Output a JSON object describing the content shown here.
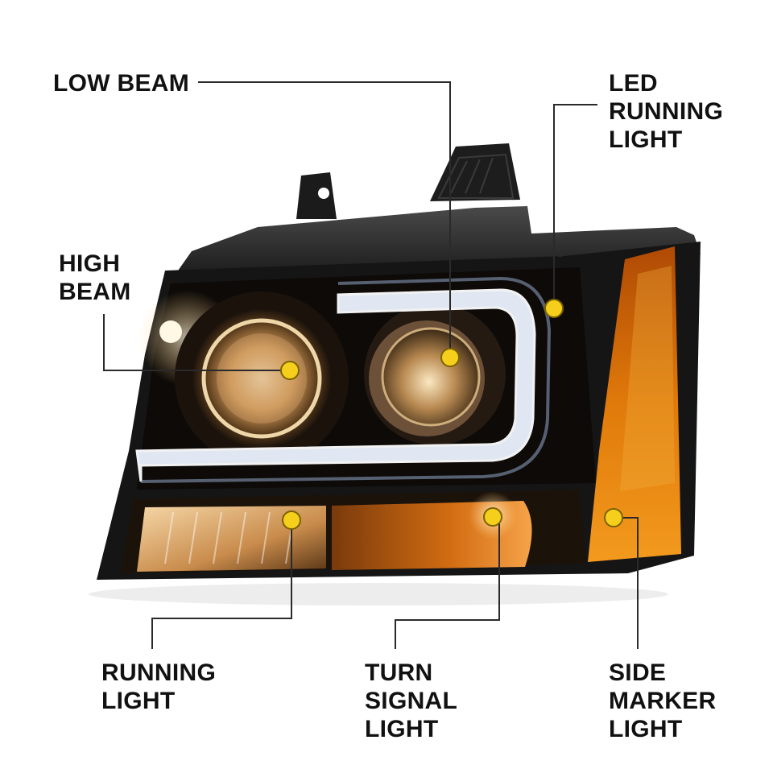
{
  "image_name": "headlight-product-diagram",
  "colors": {
    "background": "#ffffff",
    "text": "#111111",
    "leader_line": "#2a2a2a",
    "marker_fill": "#f5cf1b",
    "marker_stroke": "#7a6200",
    "housing": "#151515",
    "amber_lens": "#e07a0a",
    "led_bar": "#f2f7ff"
  },
  "icons": {
    "marker": "yellow-dot-marker"
  },
  "callouts": [
    {
      "id": "low-beam",
      "lines": [
        "LOW BEAM"
      ]
    },
    {
      "id": "high-beam",
      "lines": [
        "HIGH",
        "BEAM"
      ]
    },
    {
      "id": "led-running-light",
      "lines": [
        "LED",
        "RUNNING",
        "LIGHT"
      ]
    },
    {
      "id": "running-light",
      "lines": [
        "RUNNING",
        "LIGHT"
      ]
    },
    {
      "id": "turn-signal-light",
      "lines": [
        "TURN",
        "SIGNAL",
        "LIGHT"
      ]
    },
    {
      "id": "side-marker-light",
      "lines": [
        "SIDE",
        "MARKER",
        "LIGHT"
      ]
    }
  ]
}
